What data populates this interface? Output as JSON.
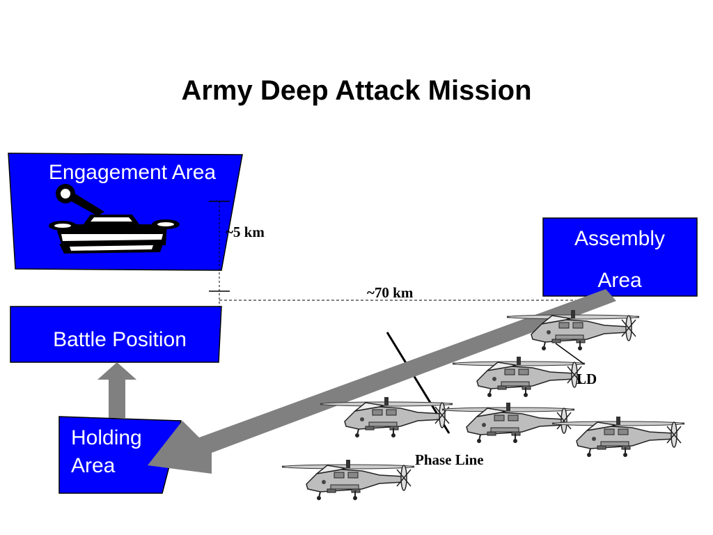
{
  "title": "Army Deep Attack Mission",
  "areas": {
    "engagement": {
      "label": "Engagement Area"
    },
    "assembly": {
      "label_line1": "Assembly",
      "label_line2": "Area"
    },
    "battle": {
      "label": "Battle Position"
    },
    "holding": {
      "label_line1": "Holding",
      "label_line2": "Area"
    }
  },
  "labels": {
    "distance_5km": "~5 km",
    "distance_70km": "~70 km",
    "ld": "LD",
    "phase_line": "Phase Line"
  },
  "icons": {
    "tank": "tank-icon",
    "helicopter": "attack-helicopter-icon"
  },
  "colors": {
    "area_fill": "#0000ff",
    "route_arrow": "#808080"
  }
}
